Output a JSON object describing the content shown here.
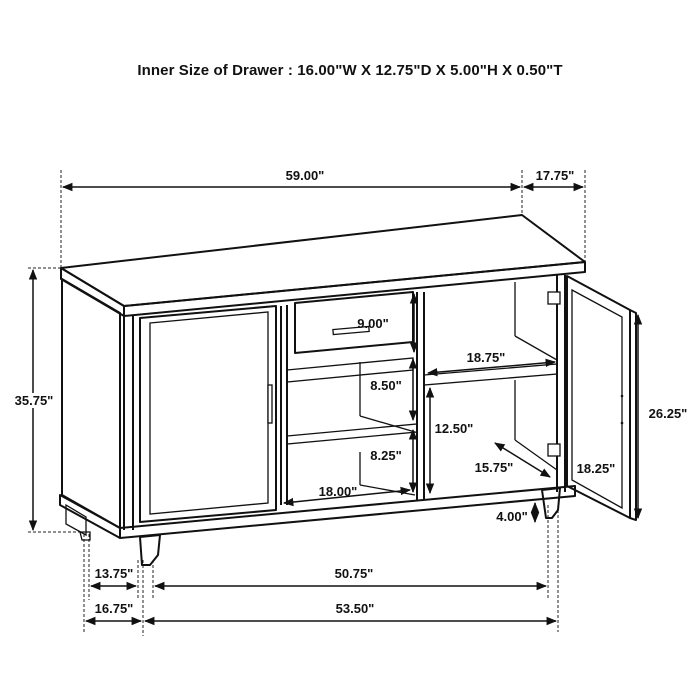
{
  "title": "Inner Size of Drawer : 16.00\"W X 12.75\"D X 5.00\"H X 0.50\"T",
  "diagram": {
    "subject": "sideboard-cabinet",
    "dimensions": {
      "overall_width": "59.00\"",
      "overall_depth": "17.75\"",
      "overall_height": "35.75\"",
      "drawer_height": "9.00\"",
      "left_upper_shelf_height": "8.50\"",
      "left_lower_shelf_height": "8.25\"",
      "left_shelf_width": "18.00\"",
      "right_shelf_width": "18.75\"",
      "right_lower_height": "12.50\"",
      "right_inner_depth": "15.75\"",
      "door_width": "18.25\"",
      "door_height": "26.25\"",
      "leg_height": "4.00\"",
      "leg_depth_inner": "13.75\"",
      "leg_depth_outer": "16.75\"",
      "leg_span_inner": "50.75\"",
      "leg_span_outer": "53.50\""
    }
  }
}
